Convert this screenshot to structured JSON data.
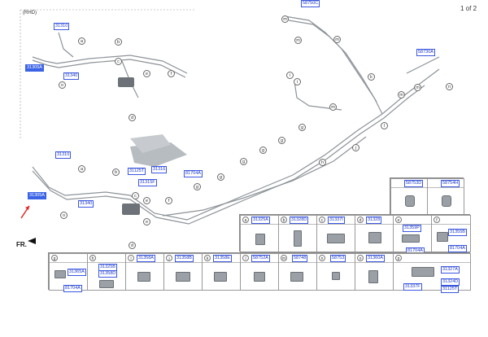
{
  "page_indicator": "1 of 2",
  "rhd_label": "(RHD)",
  "fr_label": "FR.",
  "top_labels": {
    "a": "31310",
    "b": "31340",
    "c": "31305A",
    "d": "58750C",
    "e": "58730A"
  },
  "mid_labels": {
    "a": "31310",
    "b": "31340",
    "c": "31305A",
    "d": "31125T",
    "e": "31316",
    "f": "31315F",
    "g": "81704A"
  },
  "callouts_top": [
    "a",
    "b",
    "c",
    "d",
    "e",
    "f",
    "h",
    "i",
    "j",
    "k",
    "m",
    "n",
    "o",
    "e"
  ],
  "callouts_main": [
    "a",
    "b",
    "c",
    "d",
    "e",
    "f",
    "g",
    "g",
    "g",
    "g",
    "g",
    "h",
    "i",
    "j",
    "k",
    "l",
    "m",
    "n",
    "o",
    "g"
  ],
  "table_top_right": {
    "cells": [
      {
        "code": "58753D"
      },
      {
        "code": "58754H"
      }
    ]
  },
  "table_row1": [
    {
      "letter": "a",
      "codes": [
        "31325A"
      ]
    },
    {
      "letter": "b",
      "codes": [
        "31328D"
      ]
    },
    {
      "letter": "c",
      "codes": [
        "31337I"
      ]
    },
    {
      "letter": "d",
      "codes": [
        "31328"
      ]
    },
    {
      "letter": "e",
      "codes": [
        "31359P",
        "81704A"
      ]
    },
    {
      "letter": "f",
      "codes": [
        "31355B",
        "81704A"
      ]
    }
  ],
  "table_row2": [
    {
      "letter": "g",
      "codes": [
        "31365A",
        "81704A"
      ]
    },
    {
      "letter": "h",
      "codes": [
        "31325B",
        "31358D"
      ]
    },
    {
      "letter": "i",
      "codes": [
        "31358A"
      ]
    },
    {
      "letter": "j",
      "codes": [
        "31358B"
      ]
    },
    {
      "letter": "k",
      "codes": [
        "31358E"
      ]
    },
    {
      "letter": "l",
      "codes": [
        "58752A"
      ]
    },
    {
      "letter": "m",
      "codes": [
        "58748"
      ]
    },
    {
      "letter": "n",
      "codes": [
        "58753"
      ]
    },
    {
      "letter": "o",
      "codes": [
        "31360A"
      ]
    },
    {
      "letter": "p",
      "codes": [
        "31327A",
        "31337F",
        "31324D",
        "31125T"
      ]
    }
  ],
  "colors": {
    "line": "#8d9399",
    "label_blue": "#1a36c9",
    "highlight": "#3b63e6",
    "arrow": "#e02020"
  }
}
